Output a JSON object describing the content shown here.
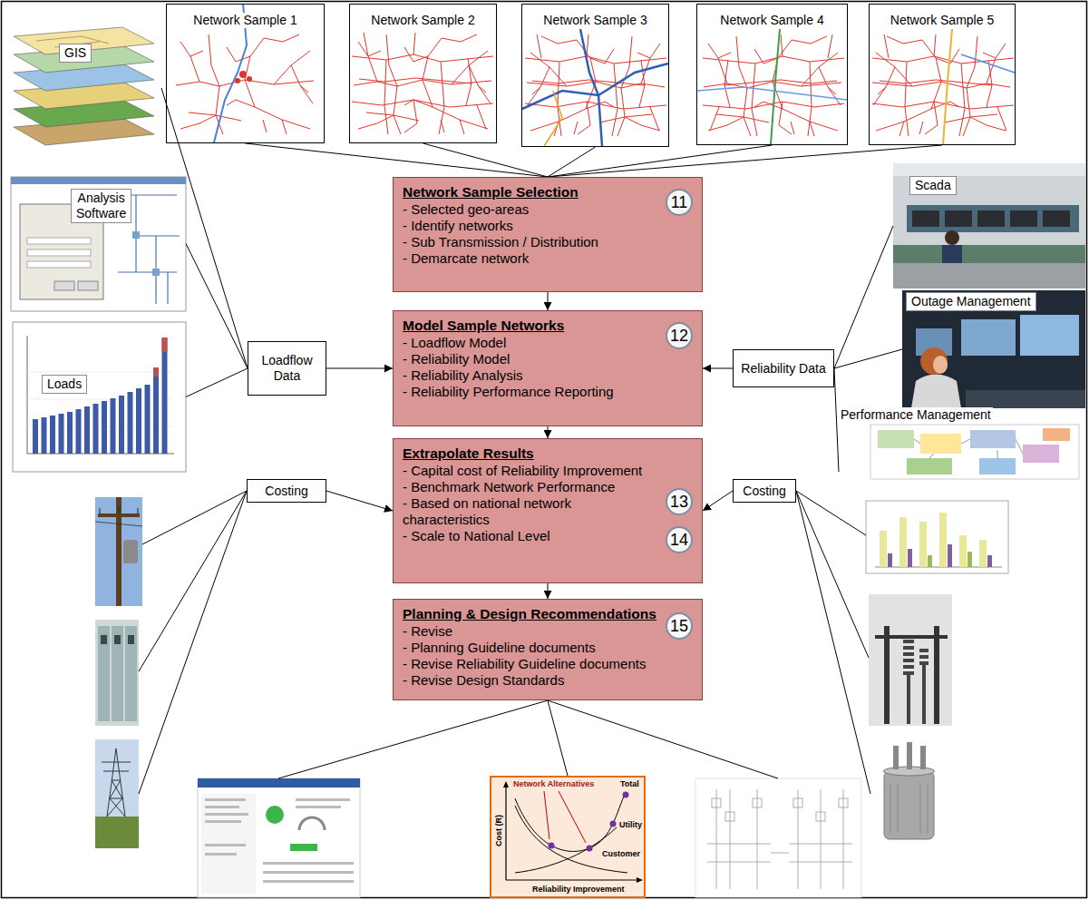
{
  "diagram": {
    "nodes": [
      {
        "text": [
          "Network Sample 1"
        ]
      },
      {
        "text": [
          "Network Sample 2"
        ]
      },
      {
        "text": [
          "Network Sample 3"
        ]
      },
      {
        "text": [
          "Network Sample 4"
        ]
      },
      {
        "text": [
          "Network Sample 5"
        ]
      },
      {
        "text": [
          "GIS"
        ]
      },
      {
        "text": [
          "Scada"
        ]
      },
      {
        "text": [
          "Network Sample Selection",
          "- Selected geo-areas",
          "- Identify networks",
          "- Sub Transmission / Distribution",
          "- Demarcate network"
        ]
      },
      {
        "text": [
          "11"
        ],
        "in": 7
      },
      {
        "text": [
          "Analysis Software"
        ]
      },
      {
        "text": [
          "Loadflow Data"
        ]
      },
      {
        "text": [
          "Model Sample Networks",
          "- Loadflow Model",
          "- Reliability Model",
          "- Reliability Analysis",
          "- Reliability Performance Reporting"
        ]
      },
      {
        "text": [
          "12"
        ],
        "in": 11
      },
      {
        "text": [
          "Reliability Data"
        ]
      },
      {
        "text": [
          "Outage Management"
        ]
      },
      {
        "text": [
          "Loads"
        ]
      },
      {
        "text": [
          "Performance Management"
        ]
      },
      {
        "text": [
          "Costing"
        ]
      },
      {
        "text": [
          "Extrapolate Results",
          "- Capital cost of Reliability Improvement",
          "- Benchmark Network Performance",
          "- Based on national network characteristics",
          "- Scale to National Level"
        ]
      },
      {
        "text": [
          "13"
        ],
        "in": 18
      },
      {
        "text": [
          "14"
        ],
        "in": 18
      },
      {
        "text": [
          "Costing"
        ]
      },
      {
        "text": [
          "Planning & Design Recommendations",
          "- Revise",
          "- Planning Guideline documents",
          "- Revise Reliability Guideline documents",
          "- Revise Design Standards"
        ]
      },
      {
        "text": [
          "15"
        ],
        "in": 22
      }
    ],
    "edges": [
      {
        "from": 0,
        "to": 7,
        "arrow": "none"
      },
      {
        "from": 1,
        "to": 7,
        "arrow": "none"
      },
      {
        "from": 2,
        "to": 7,
        "arrow": "none"
      },
      {
        "from": 3,
        "to": 7,
        "arrow": "none"
      },
      {
        "from": 4,
        "to": 7,
        "arrow": "none"
      },
      {
        "from": 5,
        "to": 10,
        "arrow": "none"
      },
      {
        "from": 9,
        "to": 10,
        "arrow": "none"
      },
      {
        "from": 15,
        "to": 10,
        "arrow": "none"
      },
      {
        "from": 10,
        "to": 11,
        "arrow": "to"
      },
      {
        "from": 6,
        "to": 13,
        "arrow": "none"
      },
      {
        "from": 14,
        "to": 13,
        "arrow": "none"
      },
      {
        "from": 16,
        "to": 13,
        "arrow": "none"
      },
      {
        "from": 13,
        "to": 11,
        "arrow": "to"
      },
      {
        "from": 7,
        "to": 11,
        "arrow": "to"
      },
      {
        "from": 11,
        "to": 18,
        "arrow": "to"
      },
      {
        "from": 17,
        "to": 18,
        "arrow": "to"
      },
      {
        "from": 21,
        "to": 18,
        "arrow": "to"
      },
      {
        "from": 18,
        "to": 22,
        "arrow": "to"
      }
    ],
    "labels": [
      "Network Alternatives",
      "Total",
      "Cost (R)",
      "Utility",
      "Customer",
      "Reliability Improvement"
    ]
  }
}
